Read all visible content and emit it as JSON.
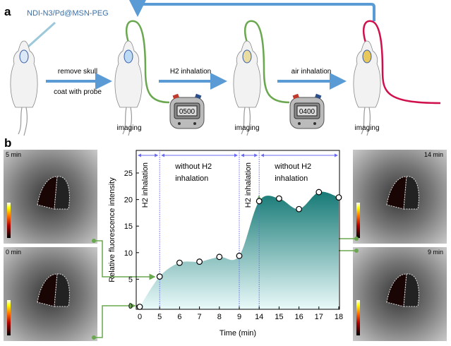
{
  "panel_a": {
    "label": "a",
    "probe": "NDI-N3/Pd@MSN-PEG",
    "step1_top": "remove skull",
    "step1_bottom": "coat with probe",
    "step2": "H2 inhalation",
    "step3": "air inhalation",
    "imaging": [
      "imaging",
      "imaging",
      "imaging"
    ],
    "timers": [
      "0500",
      "0400"
    ],
    "colors": {
      "arrow": "#5b9bd5",
      "tube_green": "#6aa84f",
      "tube_red": "#d0104c"
    }
  },
  "panel_b": {
    "label": "b",
    "images": [
      {
        "time": "5 min"
      },
      {
        "time": "0 min"
      },
      {
        "time": "14 min"
      },
      {
        "time": "9 min"
      }
    ]
  },
  "chart_data": {
    "type": "area",
    "xlabel": "Time (min)",
    "ylabel": "Relative fluorescence intensity",
    "categories": [
      "0",
      "5",
      "6",
      "7",
      "8",
      "9",
      "14",
      "15",
      "16",
      "17",
      "18"
    ],
    "values": [
      -0.2,
      5.5,
      8.1,
      8.3,
      9.2,
      9.4,
      19.7,
      20.2,
      18.2,
      21.4,
      20.4
    ],
    "yticks": [
      "0",
      "5",
      "10",
      "15",
      "20",
      "25"
    ],
    "ylim": [
      -0.5,
      28.5
    ],
    "phases": [
      {
        "label": "H2 inhalation",
        "from": "0",
        "to": "5"
      },
      {
        "label_1": "without H2",
        "label_2": "inhalation",
        "from": "5",
        "to": "9"
      },
      {
        "label": "H2 inhalation",
        "from": "9",
        "to": "14"
      },
      {
        "label_1": "without H2",
        "label_2": "inhalation",
        "from": "14",
        "to": "18"
      }
    ],
    "colors": {
      "fill_top": "#167a76",
      "fill_bottom": "#eafafa",
      "phase_line": "#6a6af0",
      "connector": "#6aa84f"
    }
  }
}
